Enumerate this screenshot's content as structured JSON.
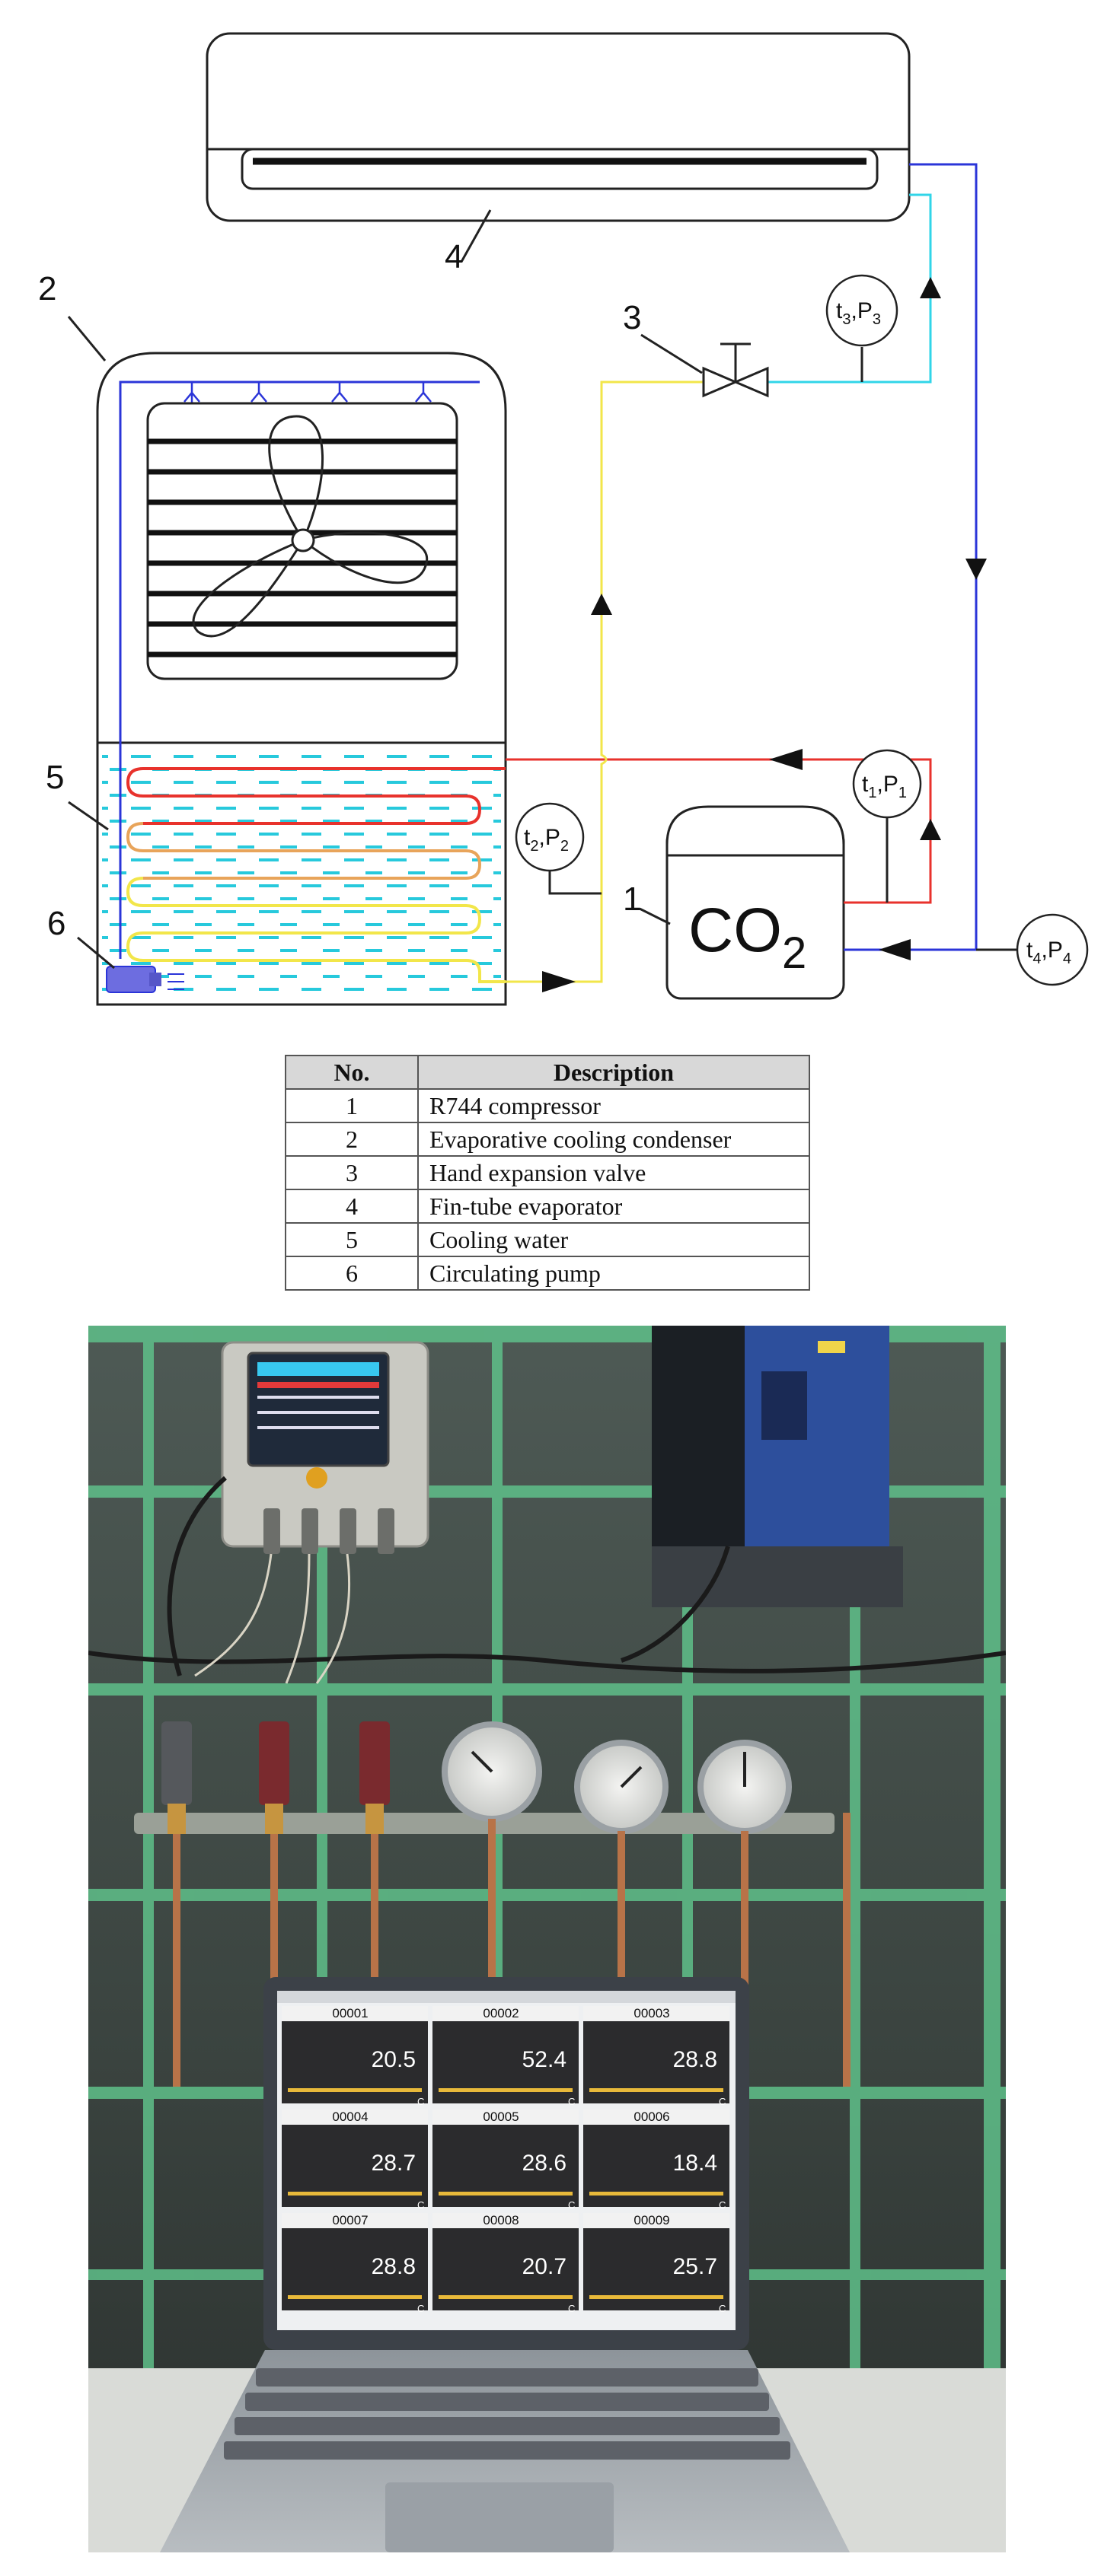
{
  "diagram": {
    "callouts": [
      "1",
      "2",
      "3",
      "4",
      "5",
      "6"
    ],
    "compressor_label": {
      "main": "CO",
      "sub": "2"
    },
    "sensors": [
      {
        "t": "t",
        "ts": "3",
        "p": "P",
        "ps": "3"
      },
      {
        "t": "t",
        "ts": "1",
        "p": "P",
        "ps": "1"
      },
      {
        "t": "t",
        "ts": "2",
        "p": "P",
        "ps": "2"
      },
      {
        "t": "t",
        "ts": "4",
        "p": "P",
        "ps": "4"
      }
    ]
  },
  "legend": {
    "headers": [
      "No.",
      "Description"
    ],
    "rows": [
      {
        "no": "1",
        "desc": "R744 compressor"
      },
      {
        "no": "2",
        "desc": "Evaporative cooling condenser"
      },
      {
        "no": "3",
        "desc": "Hand expansion valve"
      },
      {
        "no": "4",
        "desc": "Fin-tube evaporator"
      },
      {
        "no": "5",
        "desc": "Cooling water"
      },
      {
        "no": "6",
        "desc": "Circulating pump"
      }
    ]
  },
  "laptop_screen": {
    "tiles": [
      {
        "id": "00001",
        "value": "20.5",
        "unit": "C"
      },
      {
        "id": "00002",
        "value": "52.4",
        "unit": "C"
      },
      {
        "id": "00003",
        "value": "28.8",
        "unit": "C"
      },
      {
        "id": "00004",
        "value": "28.7",
        "unit": "C"
      },
      {
        "id": "00005",
        "value": "28.6",
        "unit": "C"
      },
      {
        "id": "00006",
        "value": "18.4",
        "unit": "C"
      },
      {
        "id": "00007",
        "value": "28.8",
        "unit": "C"
      },
      {
        "id": "00008",
        "value": "20.7",
        "unit": "C"
      },
      {
        "id": "00009",
        "value": "25.7",
        "unit": "C"
      }
    ]
  },
  "colors": {
    "refrigerant_low": "#2b35d8",
    "refrigerant_high": "#e8322c",
    "liquid_line": "#f2e64a",
    "after_valve": "#31d5e8",
    "water": "#27c9dc",
    "frame_green": "#6fd39a",
    "accent_yellow": "#e8b93a"
  }
}
